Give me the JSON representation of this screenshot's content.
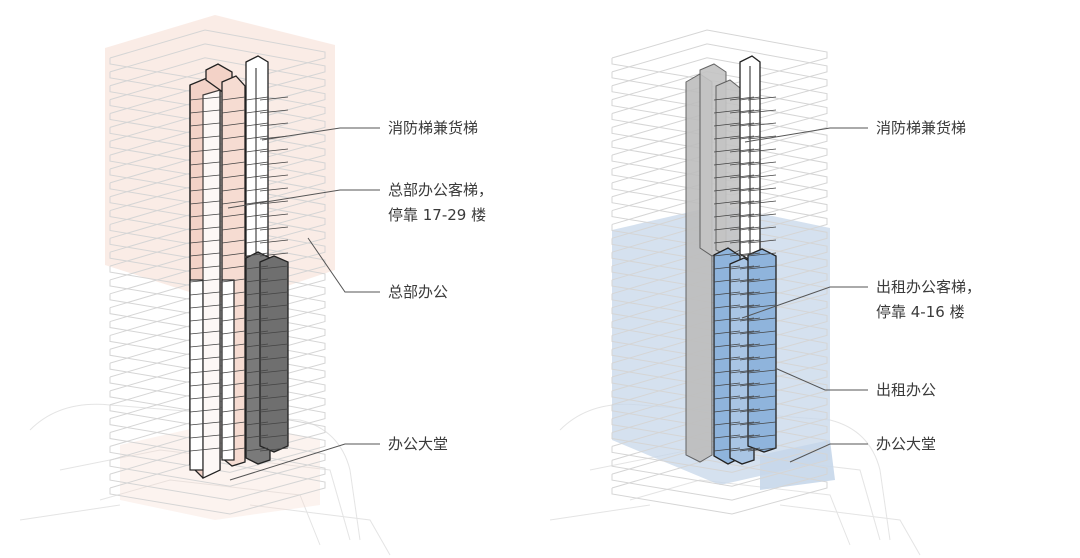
{
  "left_diagram": {
    "labels": {
      "fire_freight_elevator": "消防梯兼货梯",
      "hq_passenger_elevator_line1": "总部办公客梯，",
      "hq_passenger_elevator_line2": "停靠 17-29 楼",
      "hq_office": "总部办公",
      "office_lobby": "办公大堂"
    }
  },
  "right_diagram": {
    "labels": {
      "fire_freight_elevator": "消防梯兼货梯",
      "rental_passenger_elevator_line1": "出租办公客梯，",
      "rental_passenger_elevator_line2": "停靠 4-16 楼",
      "rental_office": "出租办公",
      "office_lobby": "办公大堂"
    }
  },
  "colors": {
    "hq_zone": "#f6dcd2",
    "rental_zone": "#c7d7ea",
    "rental_shaft": "#8fb4dc",
    "dark_shaft": "#6f6f6f",
    "grey_shaft": "#bdbdbd",
    "floor_lines": "#d5d5d5"
  }
}
